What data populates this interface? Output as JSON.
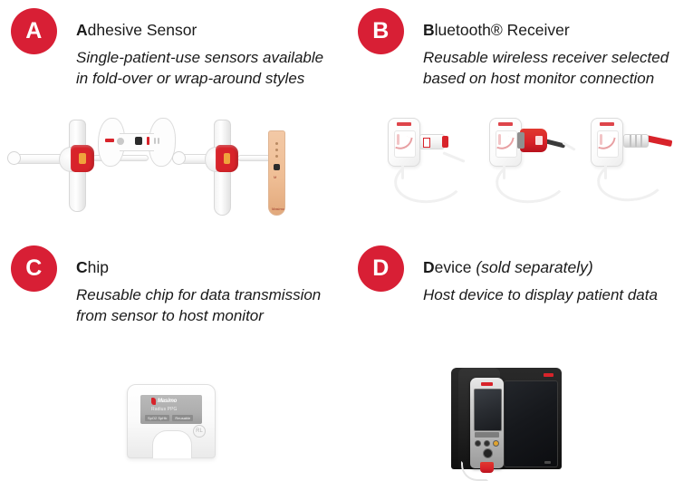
{
  "theme": {
    "badge_color": "#D81F35",
    "accent_red": "#D8232A",
    "text_color": "#1a1a1a",
    "background": "#ffffff"
  },
  "panels": [
    {
      "badge": "A",
      "heading_lead": "A",
      "heading_rest": "dhesive Sensor",
      "heading_paren": "",
      "body": "Single-patient-use sensors available in fold-over or wrap-around styles",
      "artwork": "adhesive-sensor-illustration"
    },
    {
      "badge": "B",
      "heading_lead": "B",
      "heading_rest": "luetooth® Receiver",
      "heading_paren": "",
      "body": "Reusable wireless receiver selected based on host monitor connection",
      "artwork": "bluetooth-receiver-illustration"
    },
    {
      "badge": "C",
      "heading_lead": "C",
      "heading_rest": "hip",
      "heading_paren": "",
      "body": "Reusable chip for data transmission from sensor to host monitor",
      "artwork": "chip-illustration"
    },
    {
      "badge": "D",
      "heading_lead": "D",
      "heading_rest": "evice ",
      "heading_paren": "(sold separately)",
      "body": "Host device to display patient data",
      "artwork": "host-device-illustration"
    }
  ],
  "chip_label": {
    "brand": "Masimo",
    "product": "Radius PPG",
    "tag_left": "SpO2 SpHb",
    "tag_right": "Reusable",
    "badge": "RL"
  }
}
